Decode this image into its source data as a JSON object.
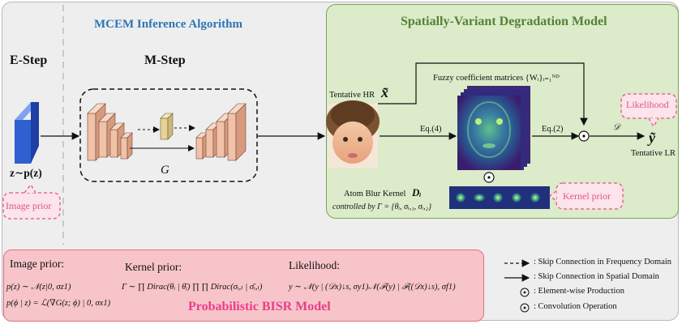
{
  "left_panel": {
    "title": "MCEM Inference Algorithm",
    "e_step": "E-Step",
    "m_step": "M-Step",
    "z_label": "z∼p(z)",
    "generator_label": "G",
    "image_prior_tag": "Image prior"
  },
  "right_panel": {
    "title": "Spatially-Variant Degradation Model",
    "tentative_hr": "Tentative HR",
    "hr_symbol": "x̃",
    "fuzzy_label": "Fuzzy coefficient matrices {Wᵢ}ᵢ₌₁ᴺᴰ",
    "eq4": "Eq.(4)",
    "eq2": "Eq.(2)",
    "d_symbol": "𝒟",
    "likelihood_tag": "Likelihood",
    "lr_symbol": "ỹ",
    "tentative_lr": "Tentative LR",
    "atom_label": "Atom Blur Kernel",
    "atom_symbol": "Dᵢ",
    "controlled_by": "controlled by Γ = {θᵢ, σᵢ,₁, σᵢ,₂}",
    "kernel_prior_tag": "Kernel prior"
  },
  "bottom_panel": {
    "image_prior_title": "Image prior:",
    "image_prior_eq1": "p(z) ∼ 𝒩(z|0, σz1)",
    "image_prior_eq2": "p(ϕ | z) = ℒ(∇G(z; ϕ) | 0, σx1)",
    "kernel_prior_title": "Kernel prior:",
    "kernel_prior_eq": "Γ ∼ ∏ Dirac(θᵢ | θ̄ᵢ) ∏ ∏ Dirac(σᵢ,ₗ | σ̄ᵢ,ₗ)",
    "likelihood_title": "Likelihood:",
    "likelihood_eq": "y ∼ 𝒩(y | (𝒟x)↓s, σy1)𝒩(ℱ(y) | ℱ((𝒟x)↓s), σf1)",
    "model_title": "Probabilistic BISR Model"
  },
  "legend": {
    "dashed_arrow": ": Skip Connection in Frequency Domain",
    "solid_arrow": ": Skip Connection in Spatial Domain",
    "odot": ": Element-wise Production",
    "circledast": ": Convolution Operation"
  },
  "colors": {
    "blue_title": "#2e75b6",
    "green_title": "#548235",
    "green_panel": "#dcebc9",
    "pink_panel": "#f7c4c9",
    "pink_accent": "#e0558a",
    "block_fill": "#f2c2a8",
    "latent_blue": "#2f5fd0"
  }
}
